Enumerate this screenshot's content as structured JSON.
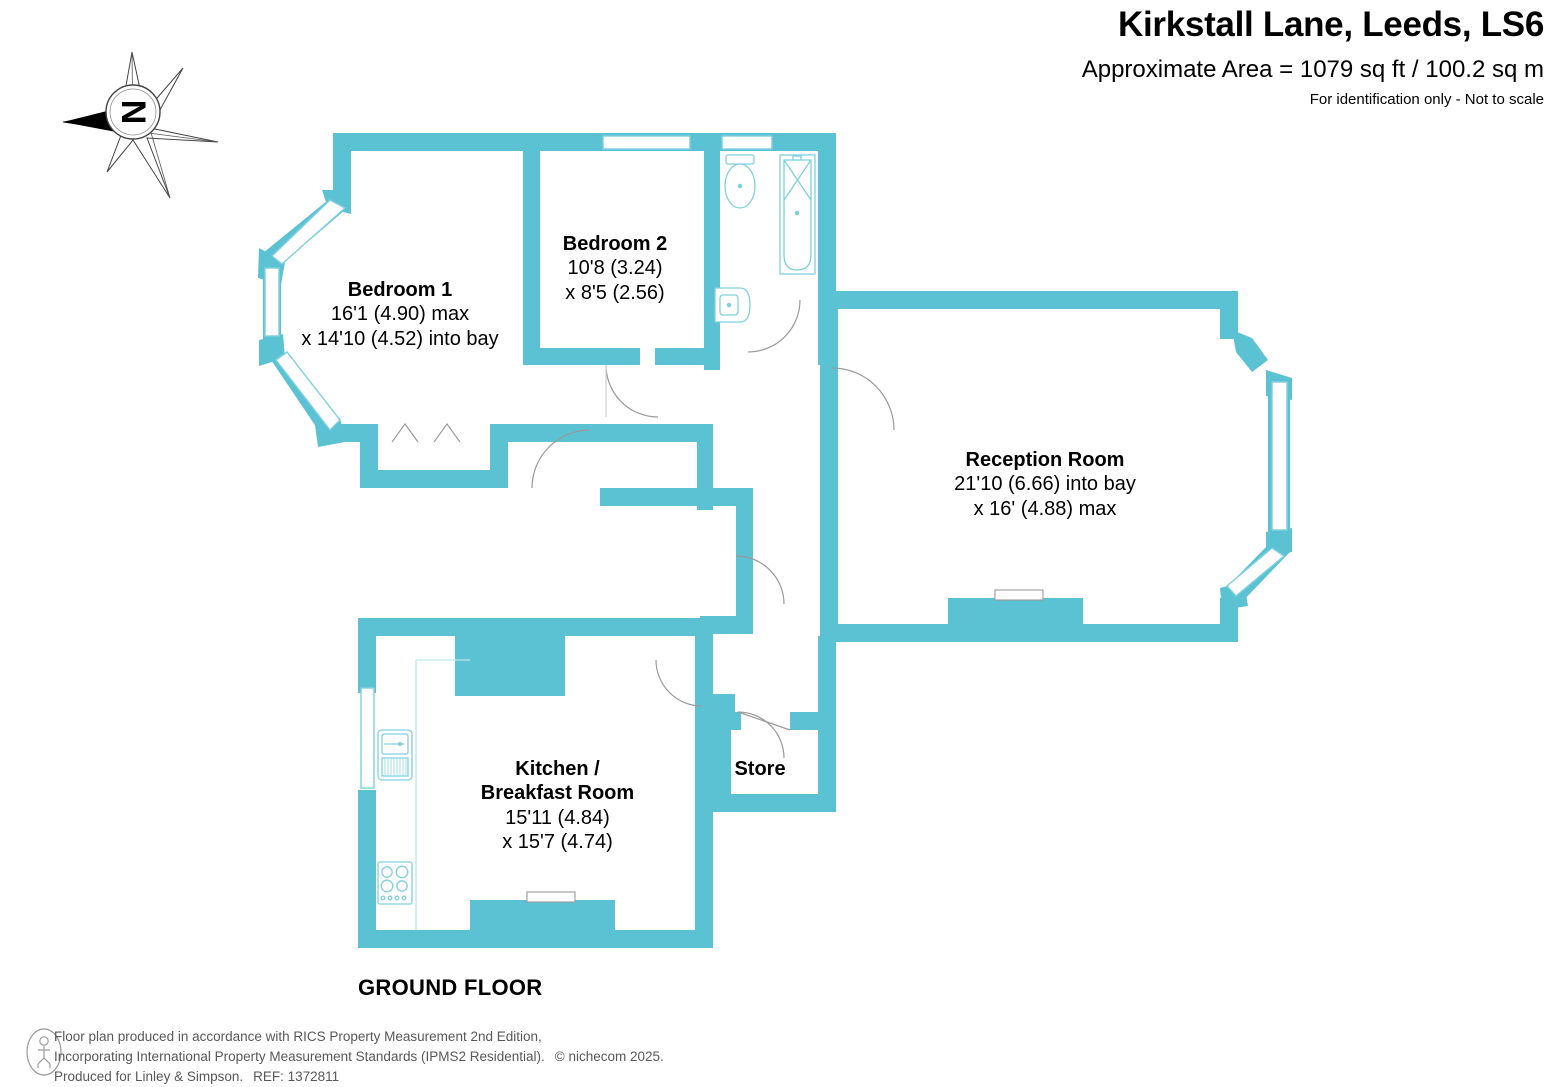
{
  "header": {
    "title": "Kirkstall Lane, Leeds, LS6",
    "area": "Approximate Area = 1079 sq ft / 100.2 sq m",
    "disclaimer": "For identification only - Not to scale"
  },
  "compass": {
    "label": "N",
    "icon": "compass-rose-icon"
  },
  "floor_caption": "GROUND FLOOR",
  "colors": {
    "wall": "#5bc2d4",
    "fixture_stroke": "#7fd0de",
    "text": "#000000",
    "footer_text": "#58585a"
  },
  "rooms": [
    {
      "id": "bedroom1",
      "name": "Bedroom 1",
      "dim_line1": "16'1 (4.90) max",
      "dim_line2": "x 14'10 (4.52) into bay"
    },
    {
      "id": "bedroom2",
      "name": "Bedroom 2",
      "dim_line1": "10'8 (3.24)",
      "dim_line2": "x 8'5 (2.56)"
    },
    {
      "id": "reception",
      "name": "Reception Room",
      "dim_line1": "21'10 (6.66) into bay",
      "dim_line2": "x 16' (4.88) max"
    },
    {
      "id": "kitchen",
      "name_line1": "Kitchen /",
      "name_line2": "Breakfast Room",
      "dim_line1": "15'11 (4.84)",
      "dim_line2": "x 15'7 (4.74)"
    },
    {
      "id": "store",
      "name": "Store",
      "dim_line1": "",
      "dim_line2": ""
    }
  ],
  "fixtures": [
    "wc-icon",
    "bath-icon",
    "basin-icon",
    "kitchen-sink-icon",
    "hob-icon",
    "fireplace-bedroom1-icon",
    "fireplace-reception-icon"
  ],
  "footer": {
    "line1": "Floor plan produced in accordance with RICS Property Measurement 2nd Edition,",
    "line2a": "Incorporating International Property Measurement Standards (IPMS2 Residential).",
    "line2b": "© nichecom 2025.",
    "line3a": "Produced for Linley & Simpson.",
    "line3b": "REF: 1372811",
    "icon": "person-measurement-icon"
  }
}
